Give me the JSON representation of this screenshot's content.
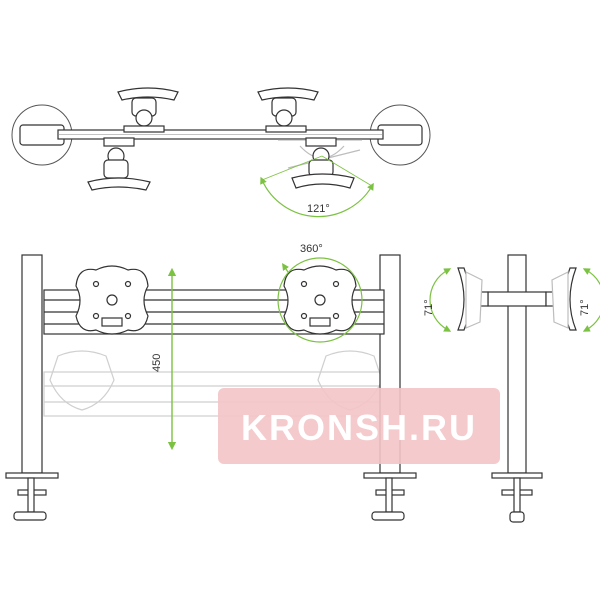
{
  "top_view": {
    "angle_label": "121°"
  },
  "front_view": {
    "rotation_label": "360°",
    "height_label": "450"
  },
  "side_view": {
    "tilt_left_label": "71°",
    "tilt_right_label": "71°"
  },
  "watermark": {
    "text": "KRONSH.RU",
    "color": "#e8474f"
  },
  "colors": {
    "accent": "#7cc242",
    "line": "#333333",
    "ghost": "#cfcfcf",
    "watermark_bg": "#f3c4c7"
  }
}
